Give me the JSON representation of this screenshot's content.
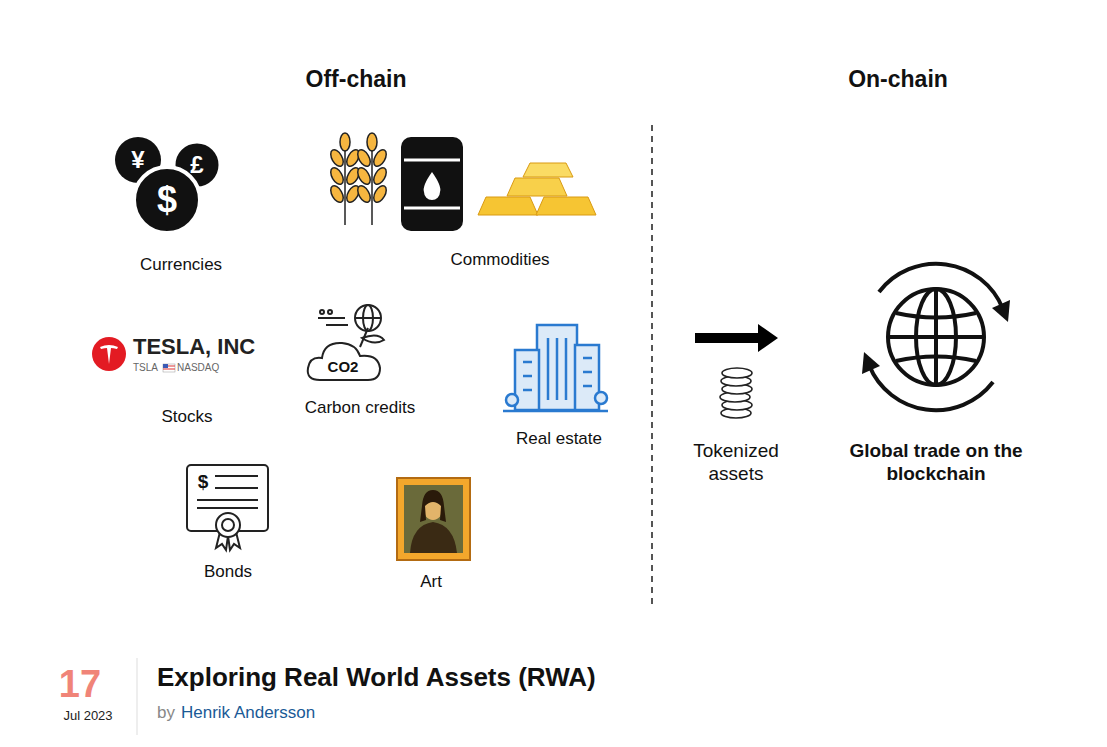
{
  "diagram": {
    "title": "Exploring Real World Assets (RWA)",
    "labels": [
      "Off-chain",
      "On-chain",
      "¥",
      "£",
      "$",
      "Currencies",
      "Commodities",
      "TESLA, INC",
      "TSLA",
      "NASDAQ",
      "Stocks",
      "CO2",
      "Carbon credits",
      "Real estate",
      "$",
      "Bonds",
      "Art",
      "Tokenized assets",
      "Global trade on the blockchain",
      "17",
      "Jul 2023",
      "by",
      "Henrik Andersson"
    ]
  }
}
